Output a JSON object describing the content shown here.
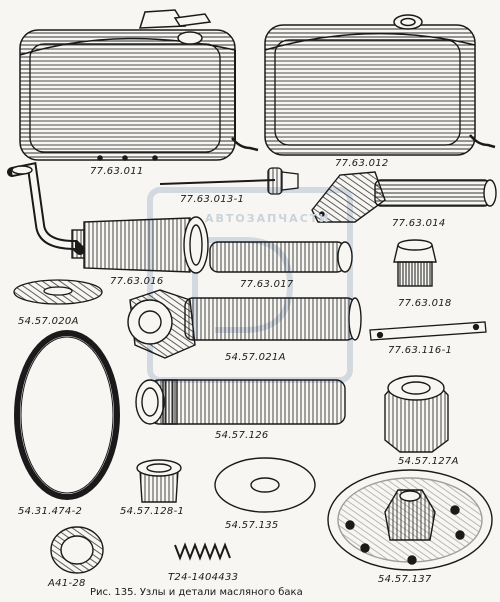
{
  "figure": {
    "caption": "Рис. 135. Узлы и детали масляного бака",
    "watermark_text": "АВТОЗАПЧАСТИ"
  },
  "parts": [
    {
      "id": "p01",
      "label": "77.63.011"
    },
    {
      "id": "p02",
      "label": "77.63.012"
    },
    {
      "id": "p03",
      "label": "77.63.013-1"
    },
    {
      "id": "p04",
      "label": "77.63.014"
    },
    {
      "id": "p05",
      "label": "77.63.016"
    },
    {
      "id": "p06",
      "label": "77.63.017"
    },
    {
      "id": "p07",
      "label": "77.63.018"
    },
    {
      "id": "p08",
      "label": "54.57.020А"
    },
    {
      "id": "p09",
      "label": "54.57.021А"
    },
    {
      "id": "p10",
      "label": "77.63.116-1"
    },
    {
      "id": "p11",
      "label": "54.57.126"
    },
    {
      "id": "p12",
      "label": "54.57.127А"
    },
    {
      "id": "p13",
      "label": "54.31.474-2"
    },
    {
      "id": "p14",
      "label": "54.57.128-1"
    },
    {
      "id": "p15",
      "label": "54.57.135"
    },
    {
      "id": "p16",
      "label": "А41-28"
    },
    {
      "id": "p17",
      "label": "Т24-1404433"
    },
    {
      "id": "p18",
      "label": "54.57.137"
    }
  ],
  "colors": {
    "ink": "#1a1a1a",
    "paper": "#f7f6f2",
    "watermark": "#c9d3dc"
  }
}
